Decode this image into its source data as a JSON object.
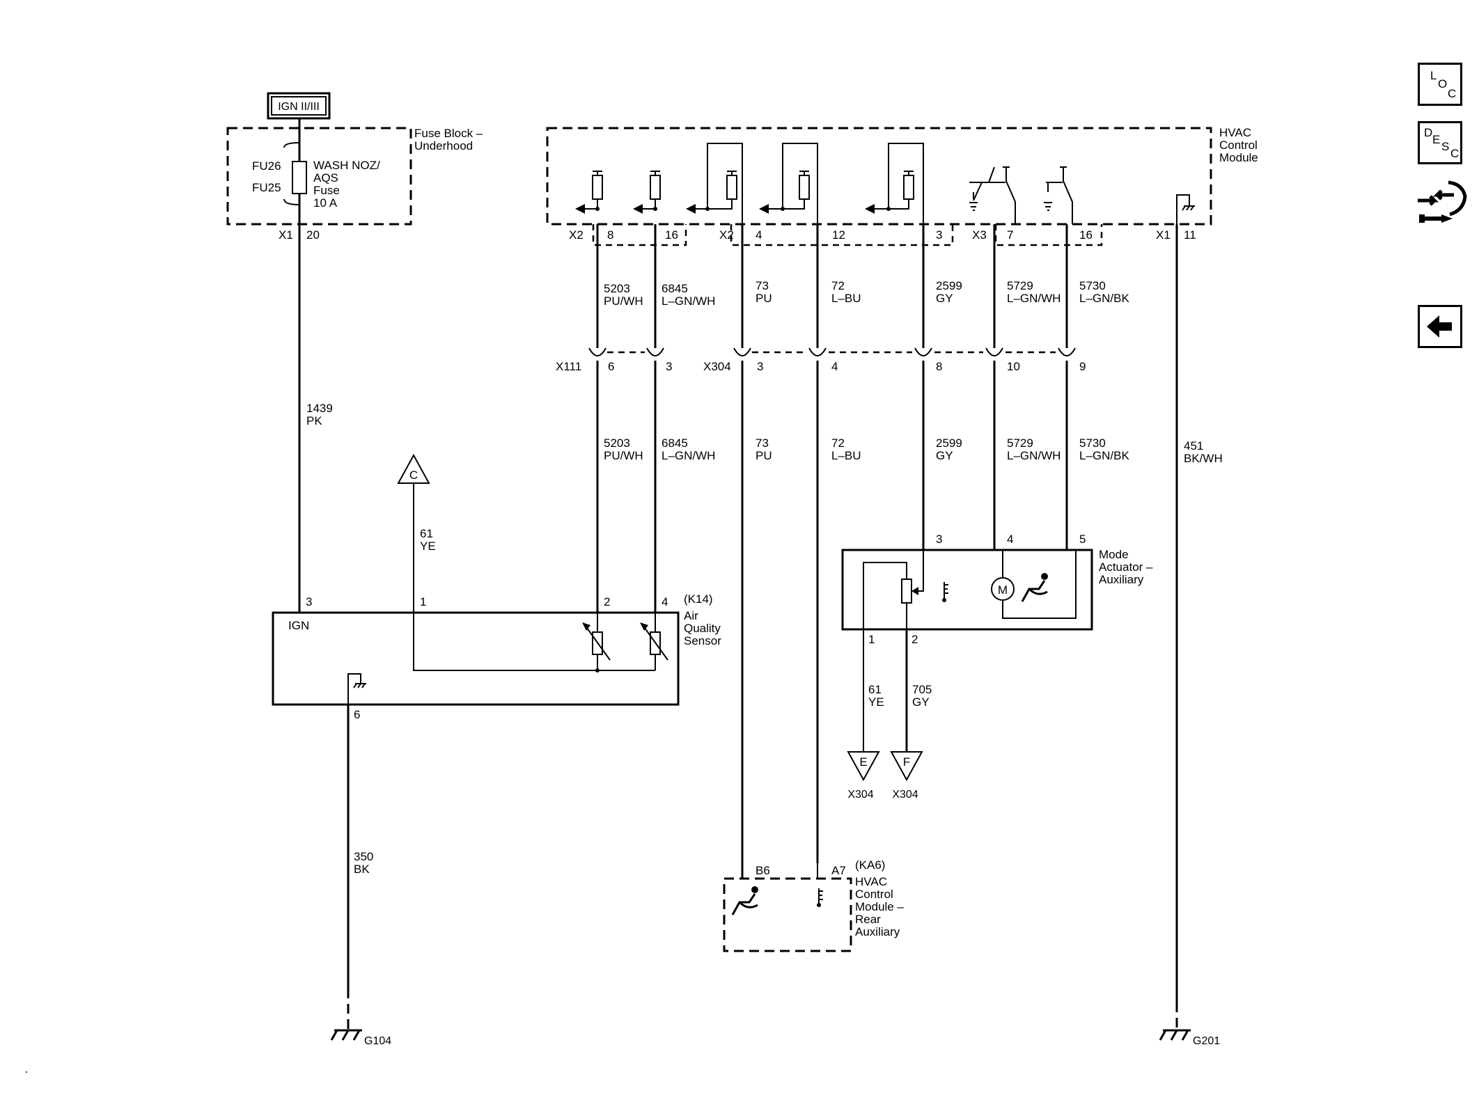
{
  "nav": {
    "loc_letters": [
      "L",
      "O",
      "C"
    ],
    "desc_letters": [
      "D",
      "E",
      "S",
      "C"
    ]
  },
  "labels": {
    "ign": "IGN II/III",
    "fuse_block_1": "Fuse Block –",
    "fuse_block_2": "Underhood",
    "fu26": "FU26",
    "fu25": "FU25",
    "fuse_name_1": "WASH NOZ/",
    "fuse_name_2": "AQS",
    "fuse_name_3": "Fuse",
    "fuse_name_4": "10 A",
    "hvac_1": "HVAC",
    "hvac_2": "Control",
    "hvac_3": "Module",
    "x1_fuse": "X1",
    "pin20": "20",
    "x2a": "X2",
    "p8": "8",
    "p16a": "16",
    "x2b": "X2",
    "p4a": "4",
    "p12": "12",
    "p3a": "3",
    "x3": "X3",
    "p7": "7",
    "p16b": "16",
    "x1_hvac": "X1",
    "p11": "11",
    "w5203_n": "5203",
    "w5203_c": "PU/WH",
    "w6845_n": "6845",
    "w6845_c": "L–GN/WH",
    "w73_n": "73",
    "w73_c": "PU",
    "w72_n": "72",
    "w72_c": "L–BU",
    "w2599_n": "2599",
    "w2599_c": "GY",
    "w5729_n": "5729",
    "w5729_c": "L–GN/WH",
    "w5730_n": "5730",
    "w5730_c": "L–GN/BK",
    "x111": "X111",
    "c6": "6",
    "c3": "3",
    "x304": "X304",
    "c3b": "3",
    "c4": "4",
    "c8": "8",
    "c10": "10",
    "c9": "9",
    "w1439_n": "1439",
    "w1439_c": "PK",
    "w451_n": "451",
    "w451_c": "BK/WH",
    "w61_n": "61",
    "w61_c": "YE",
    "tri_c": "C",
    "aqs_p3": "3",
    "aqs_p1": "1",
    "aqs_p2": "2",
    "aqs_p4": "4",
    "aqs_ref": "(K14)",
    "aqs_1": "Air",
    "aqs_2": "Quality",
    "aqs_3": "Sensor",
    "aqs_ign": "IGN",
    "aqs_p6": "6",
    "w350_n": "350",
    "w350_c": "BK",
    "g104": "G104",
    "g201": "G201",
    "ma_p3": "3",
    "ma_p4": "4",
    "ma_p5": "5",
    "ma_1": "Mode",
    "ma_2": "Actuator –",
    "ma_3": "Auxiliary",
    "motor_m": "M",
    "ma_p1": "1",
    "ma_p2": "2",
    "w61b_n": "61",
    "w61b_c": "YE",
    "w705_n": "705",
    "w705_c": "GY",
    "tri_e": "E",
    "tri_f": "F",
    "x304_e": "X304",
    "x304_f": "X304",
    "b6": "B6",
    "a7": "A7",
    "ka6": "(KA6)",
    "rear_1": "HVAC",
    "rear_2": "Control",
    "rear_3": "Module –",
    "rear_4": "Rear",
    "rear_5": "Auxiliary"
  }
}
